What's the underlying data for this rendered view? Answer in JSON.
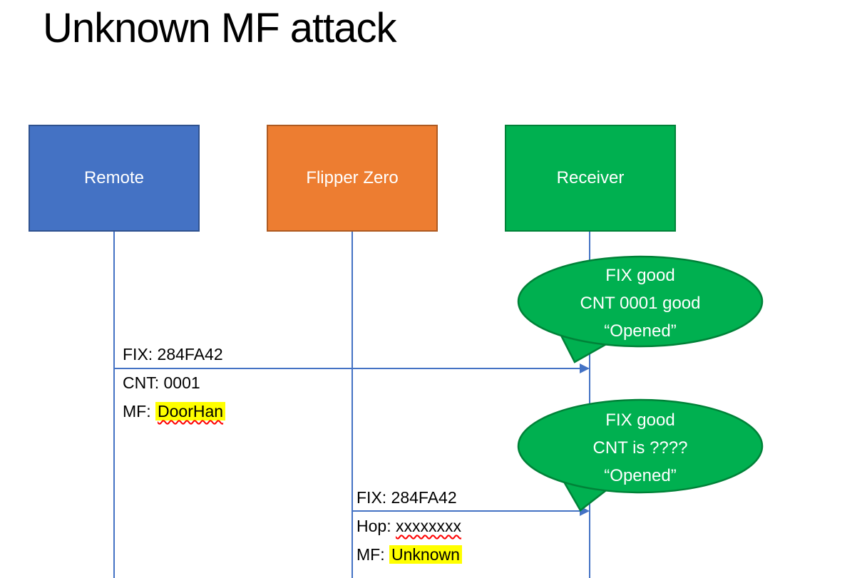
{
  "title": "Unknown MF attack",
  "colors": {
    "remote_fill": "#4472C4",
    "remote_border": "#2F528F",
    "flipper_fill": "#ED7D31",
    "flipper_border": "#AE5A21",
    "receiver_fill": "#00B050",
    "receiver_border": "#008238",
    "lifeline": "#4472C4",
    "arrow": "#4472C4",
    "highlight": "#FFFF00",
    "squiggle": "#FF0000",
    "callout_fill": "#00B050",
    "callout_border": "#008238"
  },
  "actors": [
    {
      "label": "Remote"
    },
    {
      "label": "Flipper Zero"
    },
    {
      "label": "Receiver"
    }
  ],
  "messages": [
    {
      "line1": "FIX: 284FA42",
      "line2": "CNT: 0001",
      "line3_prefix": "MF: ",
      "line3_value": "DoorHan"
    },
    {
      "line1": "FIX: 284FA42",
      "line2_prefix": "Hop: ",
      "line2_value": "xxxxxxxx",
      "line3_prefix": "MF: ",
      "line3_value": "Unknown"
    }
  ],
  "callouts": [
    {
      "line1": "FIX good",
      "line2": "CNT 0001 good",
      "line3": "“Opened”"
    },
    {
      "line1": "FIX good",
      "line2": "CNT is ????",
      "line3": "“Opened”"
    }
  ]
}
